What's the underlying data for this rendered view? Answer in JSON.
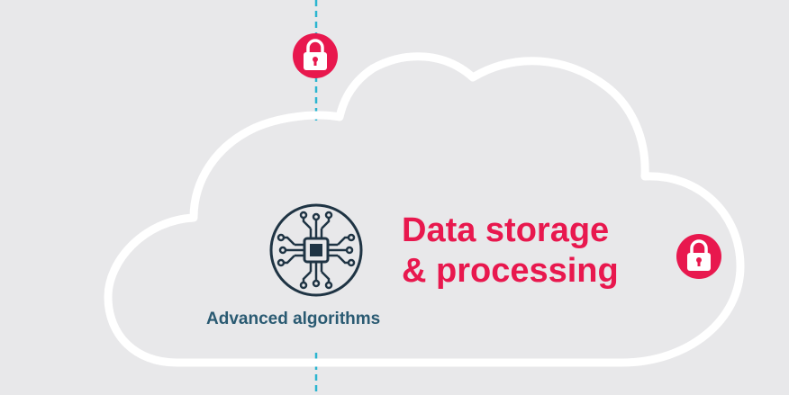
{
  "diagram": {
    "title_line_1": "Data storage",
    "title_line_2": "& processing",
    "algorithms_label": "Advanced algorithms",
    "icons": {
      "lock_top": "lock-icon",
      "lock_right": "lock-icon",
      "chip": "chip-icon"
    }
  },
  "colors": {
    "background": "#e8e8ea",
    "cloud_outline": "#ffffff",
    "accent": "#e8184e",
    "label": "#2a5a72",
    "connector": "#2bb5d0"
  }
}
